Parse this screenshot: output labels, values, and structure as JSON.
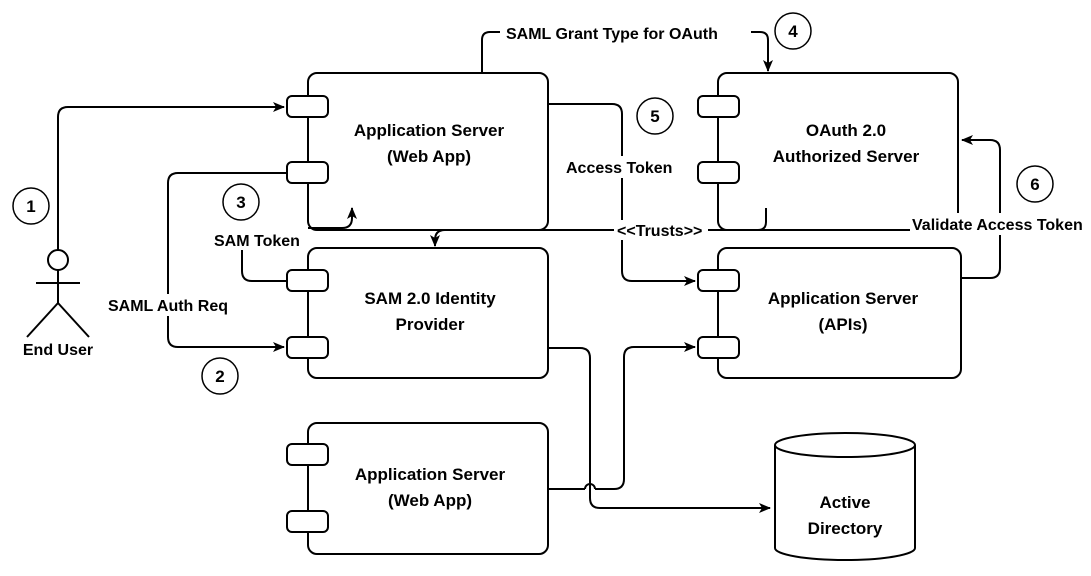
{
  "components": {
    "web_app_top": {
      "line1": "Application Server",
      "line2": "(Web App)"
    },
    "oauth_server": {
      "line1": "OAuth 2.0",
      "line2": "Authorized Server"
    },
    "identity_provider": {
      "line1": "SAM 2.0 Identity",
      "line2": "Provider"
    },
    "api_server": {
      "line1": "Application Server",
      "line2": "(APIs)"
    },
    "web_app_bottom": {
      "line1": "Application Server",
      "line2": "(Web App)"
    },
    "active_directory": {
      "line1": "Active",
      "line2": "Directory"
    }
  },
  "actor": {
    "label": "End User"
  },
  "labels": {
    "saml_grant": "SAML Grant Type for OAuth",
    "access_token": "Access Token",
    "trusts": "<<Trusts>>",
    "validate_token": "Validate Access Token",
    "sam_token": "SAM Token",
    "saml_auth_req": "SAML Auth Req"
  },
  "steps": [
    "1",
    "2",
    "3",
    "4",
    "5",
    "6"
  ]
}
